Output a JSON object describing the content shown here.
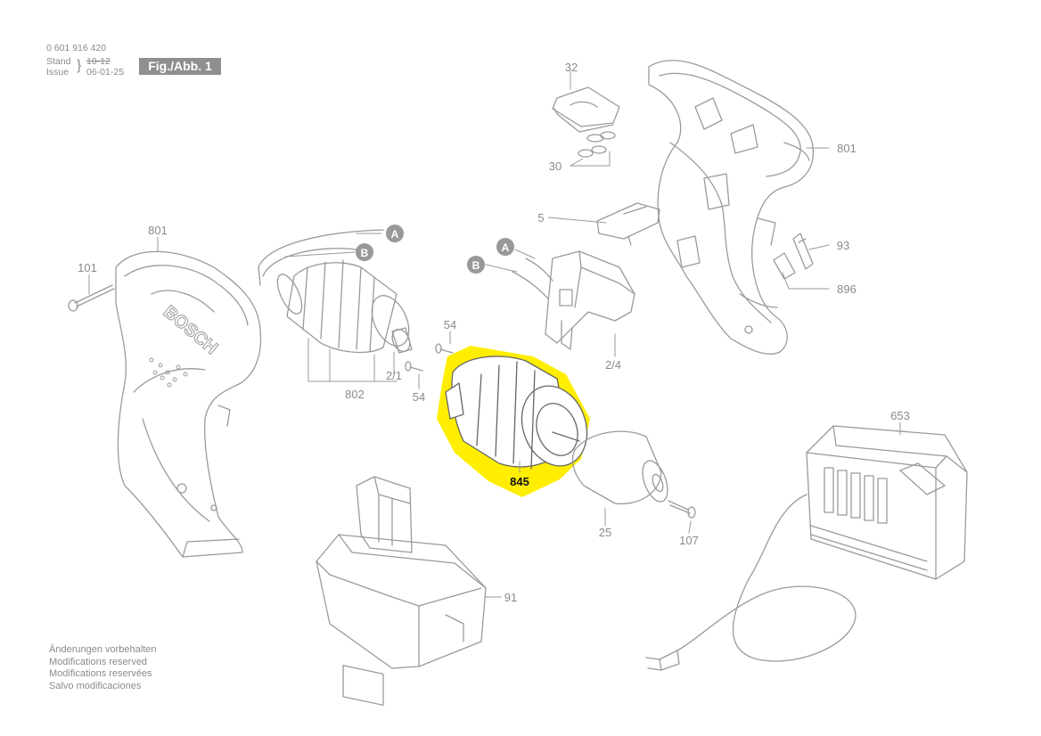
{
  "header": {
    "part_number": "0 601 916 420",
    "stand_label": "Stand",
    "issue_label": "Issue",
    "stand_date": "10-12",
    "issue_date": "06-01-25",
    "figure_label": "Fig./Abb. 1"
  },
  "footer": {
    "notes": [
      "Änderungen vorbehalten",
      "Modifications reserved",
      "Modifications reservées",
      "Salvo modificaciones"
    ]
  },
  "brand_text": "BOSCH",
  "connectors": {
    "a": "A",
    "b": "B"
  },
  "labels": {
    "p32": "32",
    "p30": "30",
    "p5": "5",
    "p801_right": "801",
    "p93": "93",
    "p896": "896",
    "p801_left": "801",
    "p101": "101",
    "p54_top": "54",
    "p54_bottom": "54",
    "p2_1": "2/1",
    "p802": "802",
    "p2_4": "2/4",
    "p845": "845",
    "p25": "25",
    "p107": "107",
    "p653": "653",
    "p91": "91"
  },
  "colors": {
    "highlight": "#ffee00",
    "line": "#9a9a9a",
    "text": "#8a8a8a",
    "badge": "#999999"
  }
}
